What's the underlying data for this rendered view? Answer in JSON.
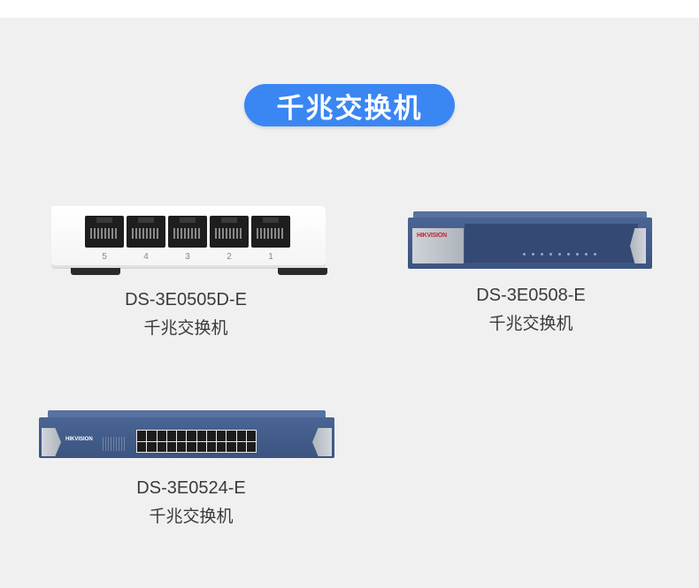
{
  "header": {
    "title": "千兆交换机"
  },
  "products": [
    {
      "model": "DS-3E0505D-E",
      "category": "千兆交换机",
      "port_labels": [
        "5",
        "4",
        "3",
        "2",
        "1"
      ]
    },
    {
      "model": "DS-3E0508-E",
      "category": "千兆交换机",
      "brand": "HIKVISION"
    },
    {
      "model": "DS-3E0524-E",
      "category": "千兆交换机",
      "brand": "HIKVISION"
    }
  ],
  "colors": {
    "accent": "#3a86f3",
    "background": "#f0f0f0",
    "switch_blue": "#3b5480"
  }
}
